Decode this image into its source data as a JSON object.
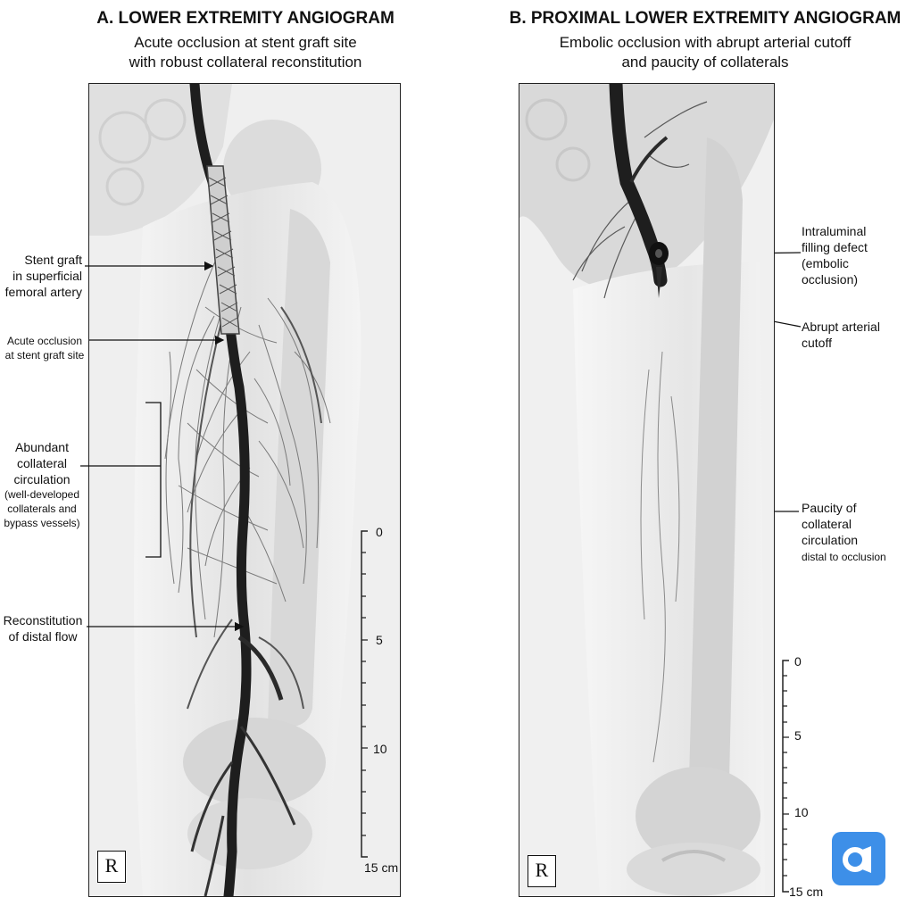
{
  "panel_a": {
    "title": "A. LOWER EXTREMITY ANGIOGRAM",
    "subtitle_line1": "Acute occlusion at stent graft site",
    "subtitle_line2": "with robust collateral reconstitution",
    "side_marker": "R",
    "labels": {
      "stent_graft_1": "Stent graft",
      "stent_graft_2": "in superficial",
      "stent_graft_3": "femoral artery",
      "acute_occlusion_1": "Acute occlusion",
      "acute_occlusion_2": "at stent graft site",
      "collateral_1": "Abundant",
      "collateral_2": "collateral",
      "collateral_3": "circulation",
      "collateral_4": "(well-developed",
      "collateral_5": "collaterals and",
      "collateral_6": "bypass vessels)",
      "reconstitution_1": "Reconstitution",
      "reconstitution_2": "of distal flow"
    },
    "scale": {
      "ticks": [
        "0",
        "5",
        "10",
        "15 cm"
      ]
    }
  },
  "panel_b": {
    "title": "B. PROXIMAL LOWER EXTREMITY ANGIOGRAM",
    "subtitle_line1": "Embolic occlusion with abrupt arterial cutoff",
    "subtitle_line2": "and paucity of collaterals",
    "side_marker": "R",
    "labels": {
      "filling_defect_1": "Intraluminal",
      "filling_defect_2": "filling defect",
      "filling_defect_3": "(embolic",
      "filling_defect_4": "occlusion)",
      "cutoff_1": "Abrupt arterial",
      "cutoff_2": "cutoff",
      "paucity_1": "Paucity of",
      "paucity_2": "collateral",
      "paucity_3": "circulation",
      "paucity_4": "distal to occlusion"
    },
    "scale": {
      "ticks": [
        "0",
        "5",
        "10",
        "15 cm"
      ]
    }
  },
  "colors": {
    "vessel": "#1e1e1e",
    "background": "#ededed",
    "bone": "#d8d8d8",
    "logo": "#3d8fe8"
  },
  "icons": {
    "watermark": "logo-icon"
  }
}
